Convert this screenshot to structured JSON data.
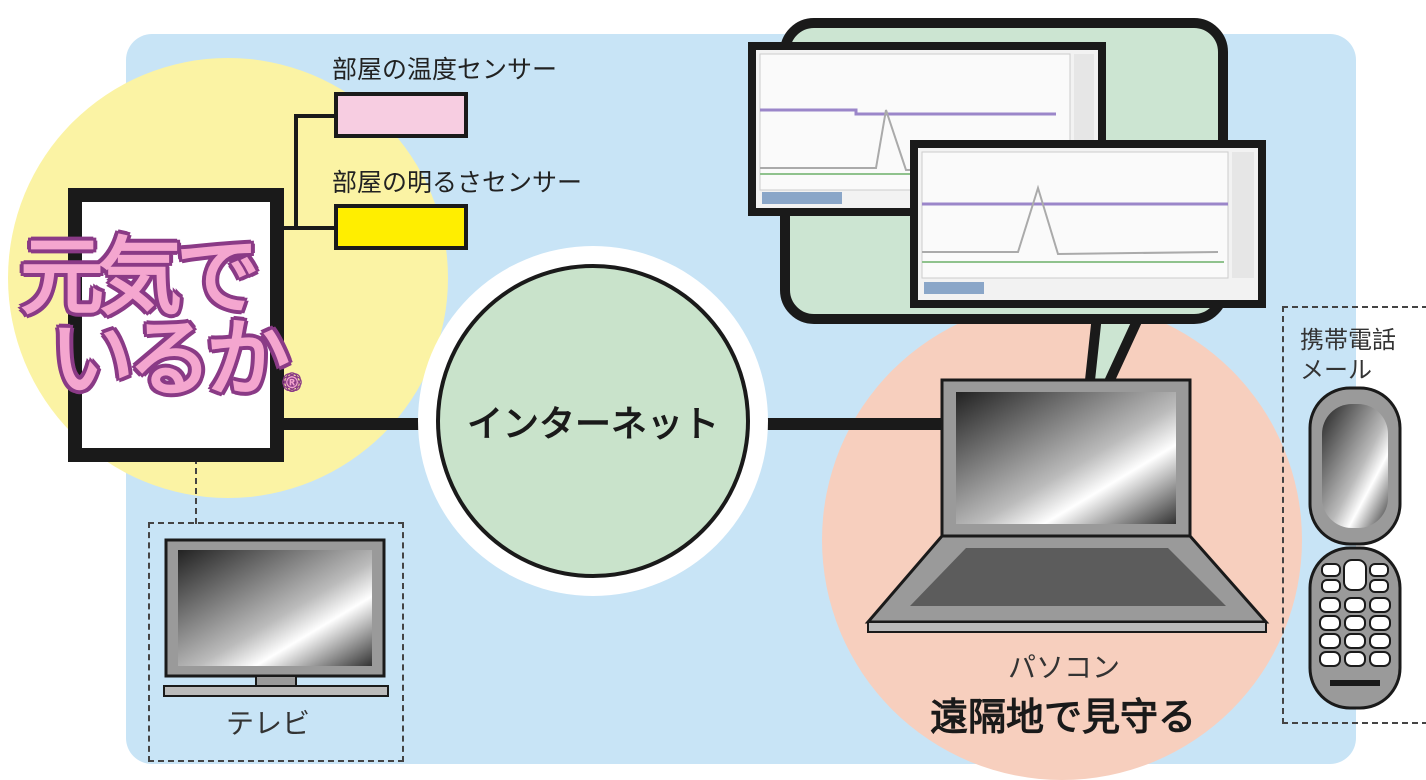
{
  "sensors": {
    "temperature_label": "部屋の温度センサー",
    "temperature_color": "#f7cde1",
    "brightness_label": "部屋の明るさセンサー",
    "brightness_color": "#ffee00"
  },
  "logo": {
    "line1": "元気で",
    "line2": "いるか",
    "mark": "®"
  },
  "internet": {
    "label": "インターネット"
  },
  "tv": {
    "label": "テレビ"
  },
  "pc": {
    "label": "パソコン",
    "subtitle": "遠隔地で見守る"
  },
  "phone": {
    "label_line1": "携帯電話",
    "label_line2": "メール"
  },
  "colors": {
    "panel": "#c8e4f6",
    "yellow": "#fbf3a4",
    "peach": "#f7cfbe",
    "green": "#c9e3cb"
  },
  "icons": [
    "tv-icon",
    "laptop-icon",
    "flip-phone-icon",
    "speech-bubble-icon"
  ]
}
